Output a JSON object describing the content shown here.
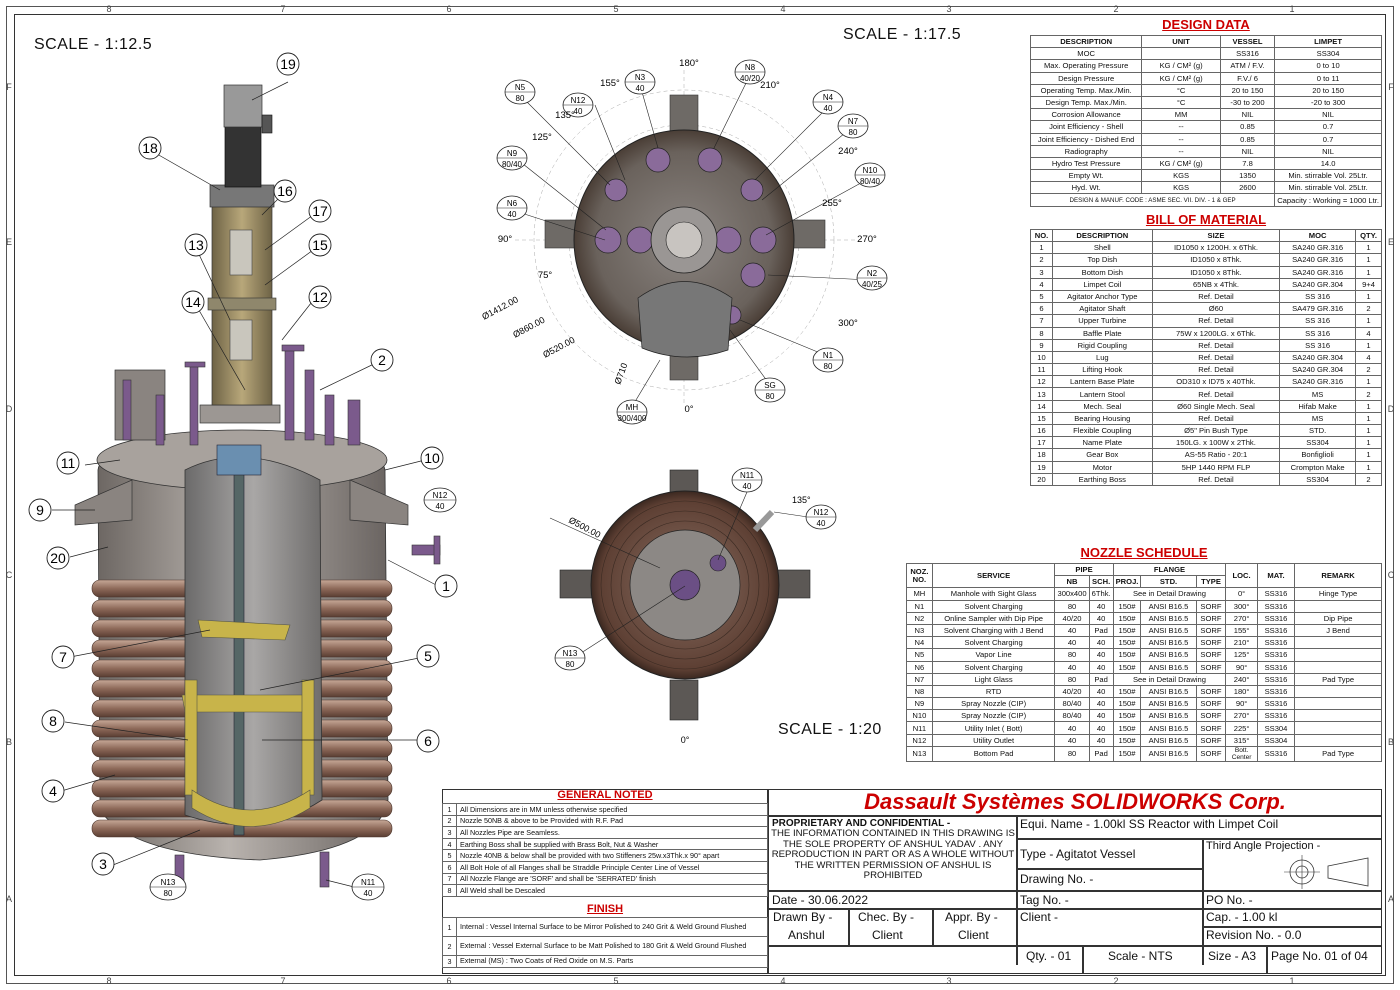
{
  "zone_cols": [
    "8",
    "7",
    "6",
    "5",
    "4",
    "3",
    "2",
    "1"
  ],
  "zone_rows": [
    "F",
    "E",
    "D",
    "C",
    "B",
    "A"
  ],
  "scales": {
    "elevation": "SCALE - 1:12.5",
    "top_view": "SCALE - 1:17.5",
    "bottom_view": "SCALE - 1:20"
  },
  "balloons": [
    "19",
    "18",
    "16",
    "17",
    "13",
    "15",
    "14",
    "12",
    "2",
    "11",
    "10",
    "9",
    "20",
    "1",
    "7",
    "5",
    "8",
    "6",
    "4",
    "3"
  ],
  "nozzle_tags": {
    "n13": [
      "N13",
      "80"
    ],
    "n11": [
      "N11",
      "40"
    ],
    "n12": [
      "N12",
      "40"
    ]
  },
  "top_view": {
    "angles": [
      "180°",
      "155°",
      "135°",
      "125°",
      "90°",
      "75°",
      "0°",
      "210°",
      "240°",
      "255°",
      "270°",
      "300°"
    ],
    "tags": [
      [
        "N3",
        "40"
      ],
      [
        "N12",
        "40"
      ],
      [
        "N8",
        "40/20"
      ],
      [
        "N4",
        "40"
      ],
      [
        "N5",
        "80"
      ],
      [
        "N7",
        "80"
      ],
      [
        "N9",
        "80/40"
      ],
      [
        "N10",
        "80/40"
      ],
      [
        "N6",
        "40"
      ],
      [
        "N2",
        "40/25"
      ],
      [
        "N1",
        "80"
      ],
      [
        "SG",
        "80"
      ],
      [
        "MH",
        "300/400"
      ]
    ],
    "dims": [
      "Ø1412.00",
      "Ø860.00",
      "Ø520.00",
      "Ø710"
    ]
  },
  "bottom_view": {
    "angles": [
      "135°",
      "0°"
    ],
    "tags": [
      [
        "N11",
        "40"
      ],
      [
        "N12",
        "40"
      ],
      [
        "N13",
        "80"
      ]
    ],
    "dims": [
      "Ø500.00"
    ]
  },
  "design_data": {
    "title": "DESIGN DATA",
    "headers": [
      "DESCRIPTION",
      "UNIT",
      "VESSEL",
      "LIMPET"
    ],
    "rows": [
      [
        "MOC",
        "",
        "SS316",
        "SS304"
      ],
      [
        "Max. Operating Pressure",
        "KG / CM² (g)",
        "ATM / F.V.",
        "0 to 10"
      ],
      [
        "Design Pressure",
        "KG / CM² (g)",
        "F.V./ 6",
        "0 to 11"
      ],
      [
        "Operating Temp. Max./Min.",
        "°C",
        "20 to 150",
        "20 to 150"
      ],
      [
        "Design Temp. Max./Min.",
        "°C",
        "-30 to 200",
        "-20 to 300"
      ],
      [
        "Corrosion Allowance",
        "MM",
        "NIL",
        "NIL"
      ],
      [
        "Joint Efficiency - Shell",
        "--",
        "0.85",
        "0.7"
      ],
      [
        "Joint Efficiency - Dished End",
        "--",
        "0.85",
        "0.7"
      ],
      [
        "Radiography",
        "--",
        "NIL",
        "NIL"
      ],
      [
        "Hydro Test Pressure",
        "KG / CM² (g)",
        "7.8",
        "14.0"
      ],
      [
        "Empty Wt.",
        "KGS",
        "1350",
        "Min. stirrable Vol. 25Ltr."
      ],
      [
        "Hyd. Wt.",
        "KGS",
        "2600",
        "Min. stirrable Vol. 25Ltr."
      ]
    ],
    "footer_left": "DESIGN & MANUF. CODE : ASME SEC. VII. DIV. - 1 & GEP",
    "footer_right": "Capacity : Working = 1000 Ltr."
  },
  "bom": {
    "title": "BILL OF MATERIAL",
    "headers": [
      "NO.",
      "DESCRIPTION",
      "SIZE",
      "MOC",
      "QTY."
    ],
    "rows": [
      [
        "1",
        "Shell",
        "ID1050 x 1200H. x 6Thk.",
        "SA240 GR.316",
        "1"
      ],
      [
        "2",
        "Top Dish",
        "ID1050 x 8Thk.",
        "SA240 GR.316",
        "1"
      ],
      [
        "3",
        "Bottom Dish",
        "ID1050 x 8Thk.",
        "SA240 GR.316",
        "1"
      ],
      [
        "4",
        "Limpet Coil",
        "65NB x 4Thk.",
        "SA240 GR.304",
        "9+4"
      ],
      [
        "5",
        "Agitator Anchor Type",
        "Ref. Detail",
        "SS 316",
        "1"
      ],
      [
        "6",
        "Agitator Shaft",
        "Ø60",
        "SA479 GR.316",
        "2"
      ],
      [
        "7",
        "Upper Turbine",
        "Ref. Detail",
        "SS 316",
        "1"
      ],
      [
        "8",
        "Baffle Plate",
        "75W x 1200LG. x 6Thk.",
        "SS 316",
        "4"
      ],
      [
        "9",
        "Rigid Coupling",
        "Ref. Detail",
        "SS 316",
        "1"
      ],
      [
        "10",
        "Lug",
        "Ref. Detail",
        "SA240 GR.304",
        "4"
      ],
      [
        "11",
        "Lifting Hook",
        "Ref. Detail",
        "SA240 GR.304",
        "2"
      ],
      [
        "12",
        "Lantern Base Plate",
        "OD310 x ID75 x 40Thk.",
        "SA240 GR.316",
        "1"
      ],
      [
        "13",
        "Lantern Stool",
        "Ref. Detail",
        "MS",
        "2"
      ],
      [
        "14",
        "Mech. Seal",
        "Ø60 Single Mech. Seal",
        "Hifab Make",
        "1"
      ],
      [
        "15",
        "Bearing Housing",
        "Ref. Detail",
        "MS",
        "1"
      ],
      [
        "16",
        "Flexible Coupling",
        "Ø5\" Pin Bush Type",
        "STD.",
        "1"
      ],
      [
        "17",
        "Name Plate",
        "150LG. x 100W x 2Thk.",
        "SS304",
        "1"
      ],
      [
        "18",
        "Gear Box",
        "AS-55 Ratio - 20:1",
        "Bonfiglioli",
        "1"
      ],
      [
        "19",
        "Motor",
        "5HP 1440 RPM FLP",
        "Crompton Make",
        "1"
      ],
      [
        "20",
        "Earthing Boss",
        "Ref. Detail",
        "SS304",
        "2"
      ]
    ]
  },
  "nozzle": {
    "title": "NOZZLE SCHEDULE",
    "h1": [
      "NOZ. NO.",
      "SERVICE",
      "PIPE",
      "FLANGE",
      "LOC.",
      "MAT.",
      "REMARK"
    ],
    "h2": [
      "NB",
      "SCH.",
      "PROJ.",
      "STD.",
      "TYPE"
    ],
    "rows": [
      [
        "MH",
        "Manhole with Sight Glass",
        "300x400",
        "6Thk.",
        "See in Detail Drawing",
        "0°",
        "SS316",
        "Hinge Type"
      ],
      [
        "N1",
        "Solvent Charging",
        "80",
        "40",
        "150#",
        "ANSI B16.5",
        "SORF",
        "300°",
        "SS316",
        ""
      ],
      [
        "N2",
        "Online Sampler with Dip Pipe",
        "40/20",
        "40",
        "150#",
        "ANSI B16.5",
        "SORF",
        "270°",
        "SS316",
        "Dip Pipe"
      ],
      [
        "N3",
        "Solvent Charging with J Bend",
        "40",
        "Pad",
        "150#",
        "ANSI B16.5",
        "SORF",
        "155°",
        "SS316",
        "J Bend"
      ],
      [
        "N4",
        "Solvent Charging",
        "40",
        "40",
        "150#",
        "ANSI B16.5",
        "SORF",
        "210°",
        "SS316",
        ""
      ],
      [
        "N5",
        "Vapor Line",
        "80",
        "40",
        "150#",
        "ANSI B16.5",
        "SORF",
        "125°",
        "SS316",
        ""
      ],
      [
        "N6",
        "Solvent Charging",
        "40",
        "40",
        "150#",
        "ANSI B16.5",
        "SORF",
        "90°",
        "SS316",
        ""
      ],
      [
        "N7",
        "Light Glass",
        "80",
        "Pad",
        "See in Detail Drawing",
        "240°",
        "SS316",
        "Pad Type"
      ],
      [
        "N8",
        "RTD",
        "40/20",
        "40",
        "150#",
        "ANSI B16.5",
        "SORF",
        "180°",
        "SS316",
        ""
      ],
      [
        "N9",
        "Spray Nozzle (CIP)",
        "80/40",
        "40",
        "150#",
        "ANSI B16.5",
        "SORF",
        "90°",
        "SS316",
        ""
      ],
      [
        "N10",
        "Spray Nozzle (CIP)",
        "80/40",
        "40",
        "150#",
        "ANSI B16.5",
        "SORF",
        "270°",
        "SS316",
        ""
      ],
      [
        "N11",
        "Utility Inlet ( Bott)",
        "40",
        "40",
        "150#",
        "ANSI B16.5",
        "SORF",
        "225°",
        "SS304",
        ""
      ],
      [
        "N12",
        "Utility Outlet",
        "40",
        "40",
        "150#",
        "ANSI B16.5",
        "SORF",
        "315°",
        "SS304",
        ""
      ],
      [
        "N13",
        "Bottom Pad",
        "80",
        "Pad",
        "150#",
        "ANSI B16.5",
        "SORF",
        "Bott. Center",
        "SS316",
        "Pad Type"
      ]
    ]
  },
  "general": {
    "title": "GENERAL NOTED",
    "rows": [
      [
        "1",
        "All Dimensions are in MM unless otherwise specified"
      ],
      [
        "2",
        "Nozzle 50NB & above to be Provided with R.F. Pad"
      ],
      [
        "3",
        "All Nozzles Pipe are Seamless."
      ],
      [
        "4",
        "Earthing Boss shall be supplied with Brass Bolt, Nut & Washer"
      ],
      [
        "5",
        "Nozzle 40NB & below shall be provided with two Stiffeners 25w.x3Thk.x 90° apart"
      ],
      [
        "6",
        "All Bolt Hole of all Flanges shall be Straddle Principle Center Line of Vessel"
      ],
      [
        "7",
        "All Nozzle Flange are 'SORF' and shall be 'SERRATED' finish"
      ],
      [
        "8",
        "All Weld shall be Descaled"
      ]
    ],
    "finish_title": "FINISH",
    "finish": [
      [
        "1",
        "Internal : Vessel Internal Surface to be Mirror Polished to 240 Grit & Weld Ground Flushed"
      ],
      [
        "2",
        "External : Vessel External Surface to be Matt Polished to 180 Grit & Weld Ground Flushed"
      ],
      [
        "3",
        "External (MS) : Two Coats of Red Oxide on M.S. Parts"
      ]
    ]
  },
  "title_block": {
    "company": "Dassault Systèmes SOLIDWORKS Corp.",
    "prop_title": "PROPRIETARY AND CONFIDENTIAL -",
    "prop_text": "THE INFORMATION CONTAINED IN THIS DRAWING IS THE SOLE PROPERTY OF ANSHUL YADAV . ANY REPRODUCTION IN PART OR AS A WHOLE WITHOUT THE WRITTEN PERMISSION OF ANSHUL IS PROHIBITED",
    "equi": "Equi. Name -  1.00kl SS Reactor with Limpet Coil",
    "type": "Type - Agitatot Vessel",
    "projection": "Third Angle Projection -",
    "drawing_no": "Drawing No. -",
    "date": "Date - 30.06.2022",
    "tag": "Tag No. -",
    "po": "PO No. -",
    "drawn_by": "Drawn By -",
    "checked_by": "Chec. By -",
    "approved_by": "Appr. By -",
    "drawn_name": "Anshul",
    "checked_name": "Client",
    "approved_name": "Client",
    "client": "Client -",
    "cap": "Cap. -  1.00 kl",
    "revision": "Revision No. -  0.0",
    "qty": "Qty. - 01",
    "scale": "Scale - NTS",
    "size": "Size - A3",
    "page": "Page No. 01 of 04"
  },
  "colors": {
    "shell": "#8d8783",
    "coil": "#8a6a5c",
    "nozzle_purple": "#7b5a8c",
    "brass": "#a28f62",
    "accent_red": "#cc0000",
    "agitator_yellow": "#c8b44a"
  }
}
